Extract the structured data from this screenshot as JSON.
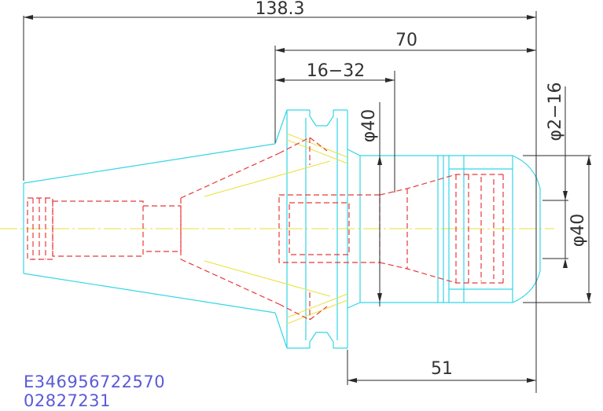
{
  "dimensions": {
    "overall_length": "138.3",
    "flange_length": "70",
    "clamp_range": "16−32",
    "body_diameter": "φ40",
    "nose_diameter": "φ40",
    "collet_range": "φ2−16",
    "nose_length": "51"
  },
  "codes": {
    "line1": "E346956722570",
    "line2": "02827231"
  },
  "colors": {
    "outline": "#33d6e6",
    "hidden": "#e8393a",
    "centerline": "#e9e13a",
    "dimension": "#2a2a2a",
    "code_text": "#5a5ad8"
  }
}
